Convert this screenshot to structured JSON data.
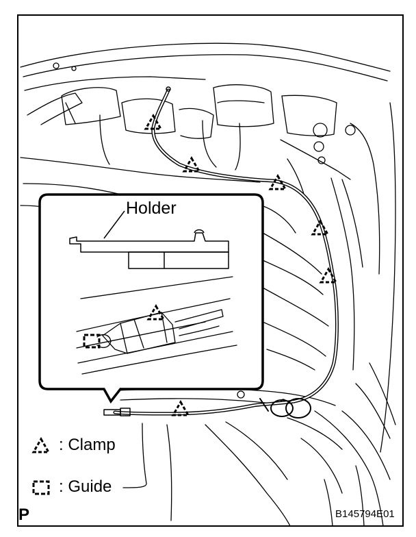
{
  "callout": {
    "holder_label": "Holder"
  },
  "legend": {
    "clamp_label": "Clamp",
    "guide_label": "Guide"
  },
  "corner_letter": "P",
  "figure_id": "B145794E01",
  "colors": {
    "line": "#000000",
    "background": "#ffffff"
  },
  "icons": {
    "clamp": "dashed-triangle-icon",
    "guide": "dashed-square-icon"
  }
}
